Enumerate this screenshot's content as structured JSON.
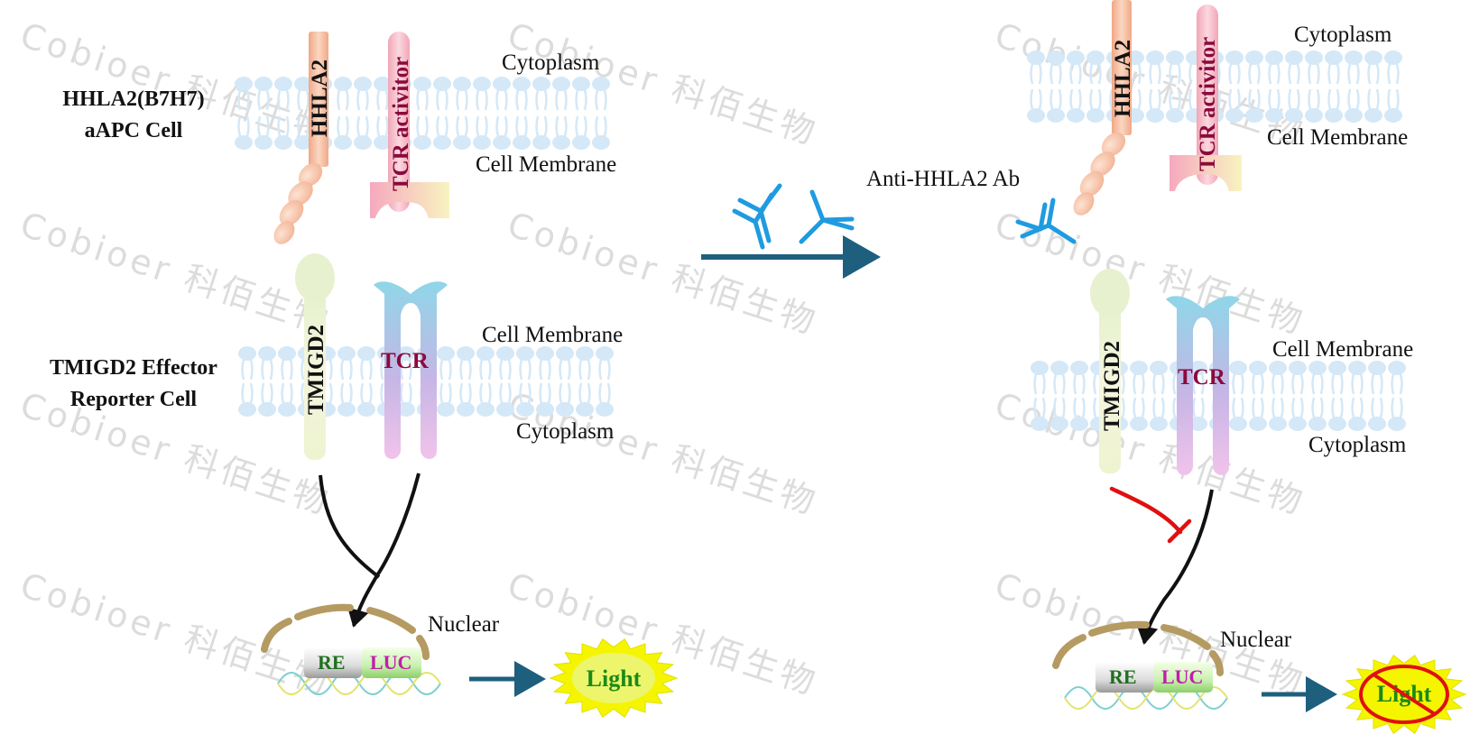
{
  "watermark": {
    "text": "Cobioer 科佰生物"
  },
  "left_panel": {
    "apc_label_line1": "HHLA2(B7H7)",
    "apc_label_line2": "aAPC Cell",
    "effector_label_line1": "TMIGD2 Effector",
    "effector_label_line2": "Reporter Cell",
    "apc_cytoplasm": "Cytoplasm",
    "apc_membrane": "Cell Membrane",
    "effector_membrane": "Cell Membrane",
    "effector_cytoplasm": "Cytoplasm",
    "hhla2": "HHLA2",
    "tcr_activator": "TCR activitor",
    "tmigd2": "TMIGD2",
    "tcr": "TCR",
    "nuclear": "Nuclear",
    "re": "RE",
    "luc": "LUC",
    "light": "Light"
  },
  "middle": {
    "antibody_label": "Anti-HHLA2 Ab"
  },
  "right_panel": {
    "apc_cytoplasm": "Cytoplasm",
    "apc_membrane": "Cell Membrane",
    "effector_membrane": "Cell Membrane",
    "effector_cytoplasm": "Cytoplasm",
    "hhla2": "HHLA2",
    "tcr_activator": "TCR activitor",
    "tmigd2": "TMIGD2",
    "tcr": "TCR",
    "nuclear": "Nuclear",
    "re": "RE",
    "luc": "LUC",
    "light": "Light"
  },
  "colors": {
    "arrow_teal": "#1e5f7e",
    "antibody_blue": "#1f9be0",
    "inhibit_red": "#e01010",
    "membrane_blue": "#d4e8f7",
    "hhla2_peach": "#f3b898",
    "tcr_pink": "#f3b7c4",
    "tcr_magenta": "#8a0a3c",
    "re_green": "#1f6f1f",
    "luc_magenta": "#c01ea8",
    "light_yellow": "#f5f500",
    "light_green": "#1a8a1a"
  }
}
